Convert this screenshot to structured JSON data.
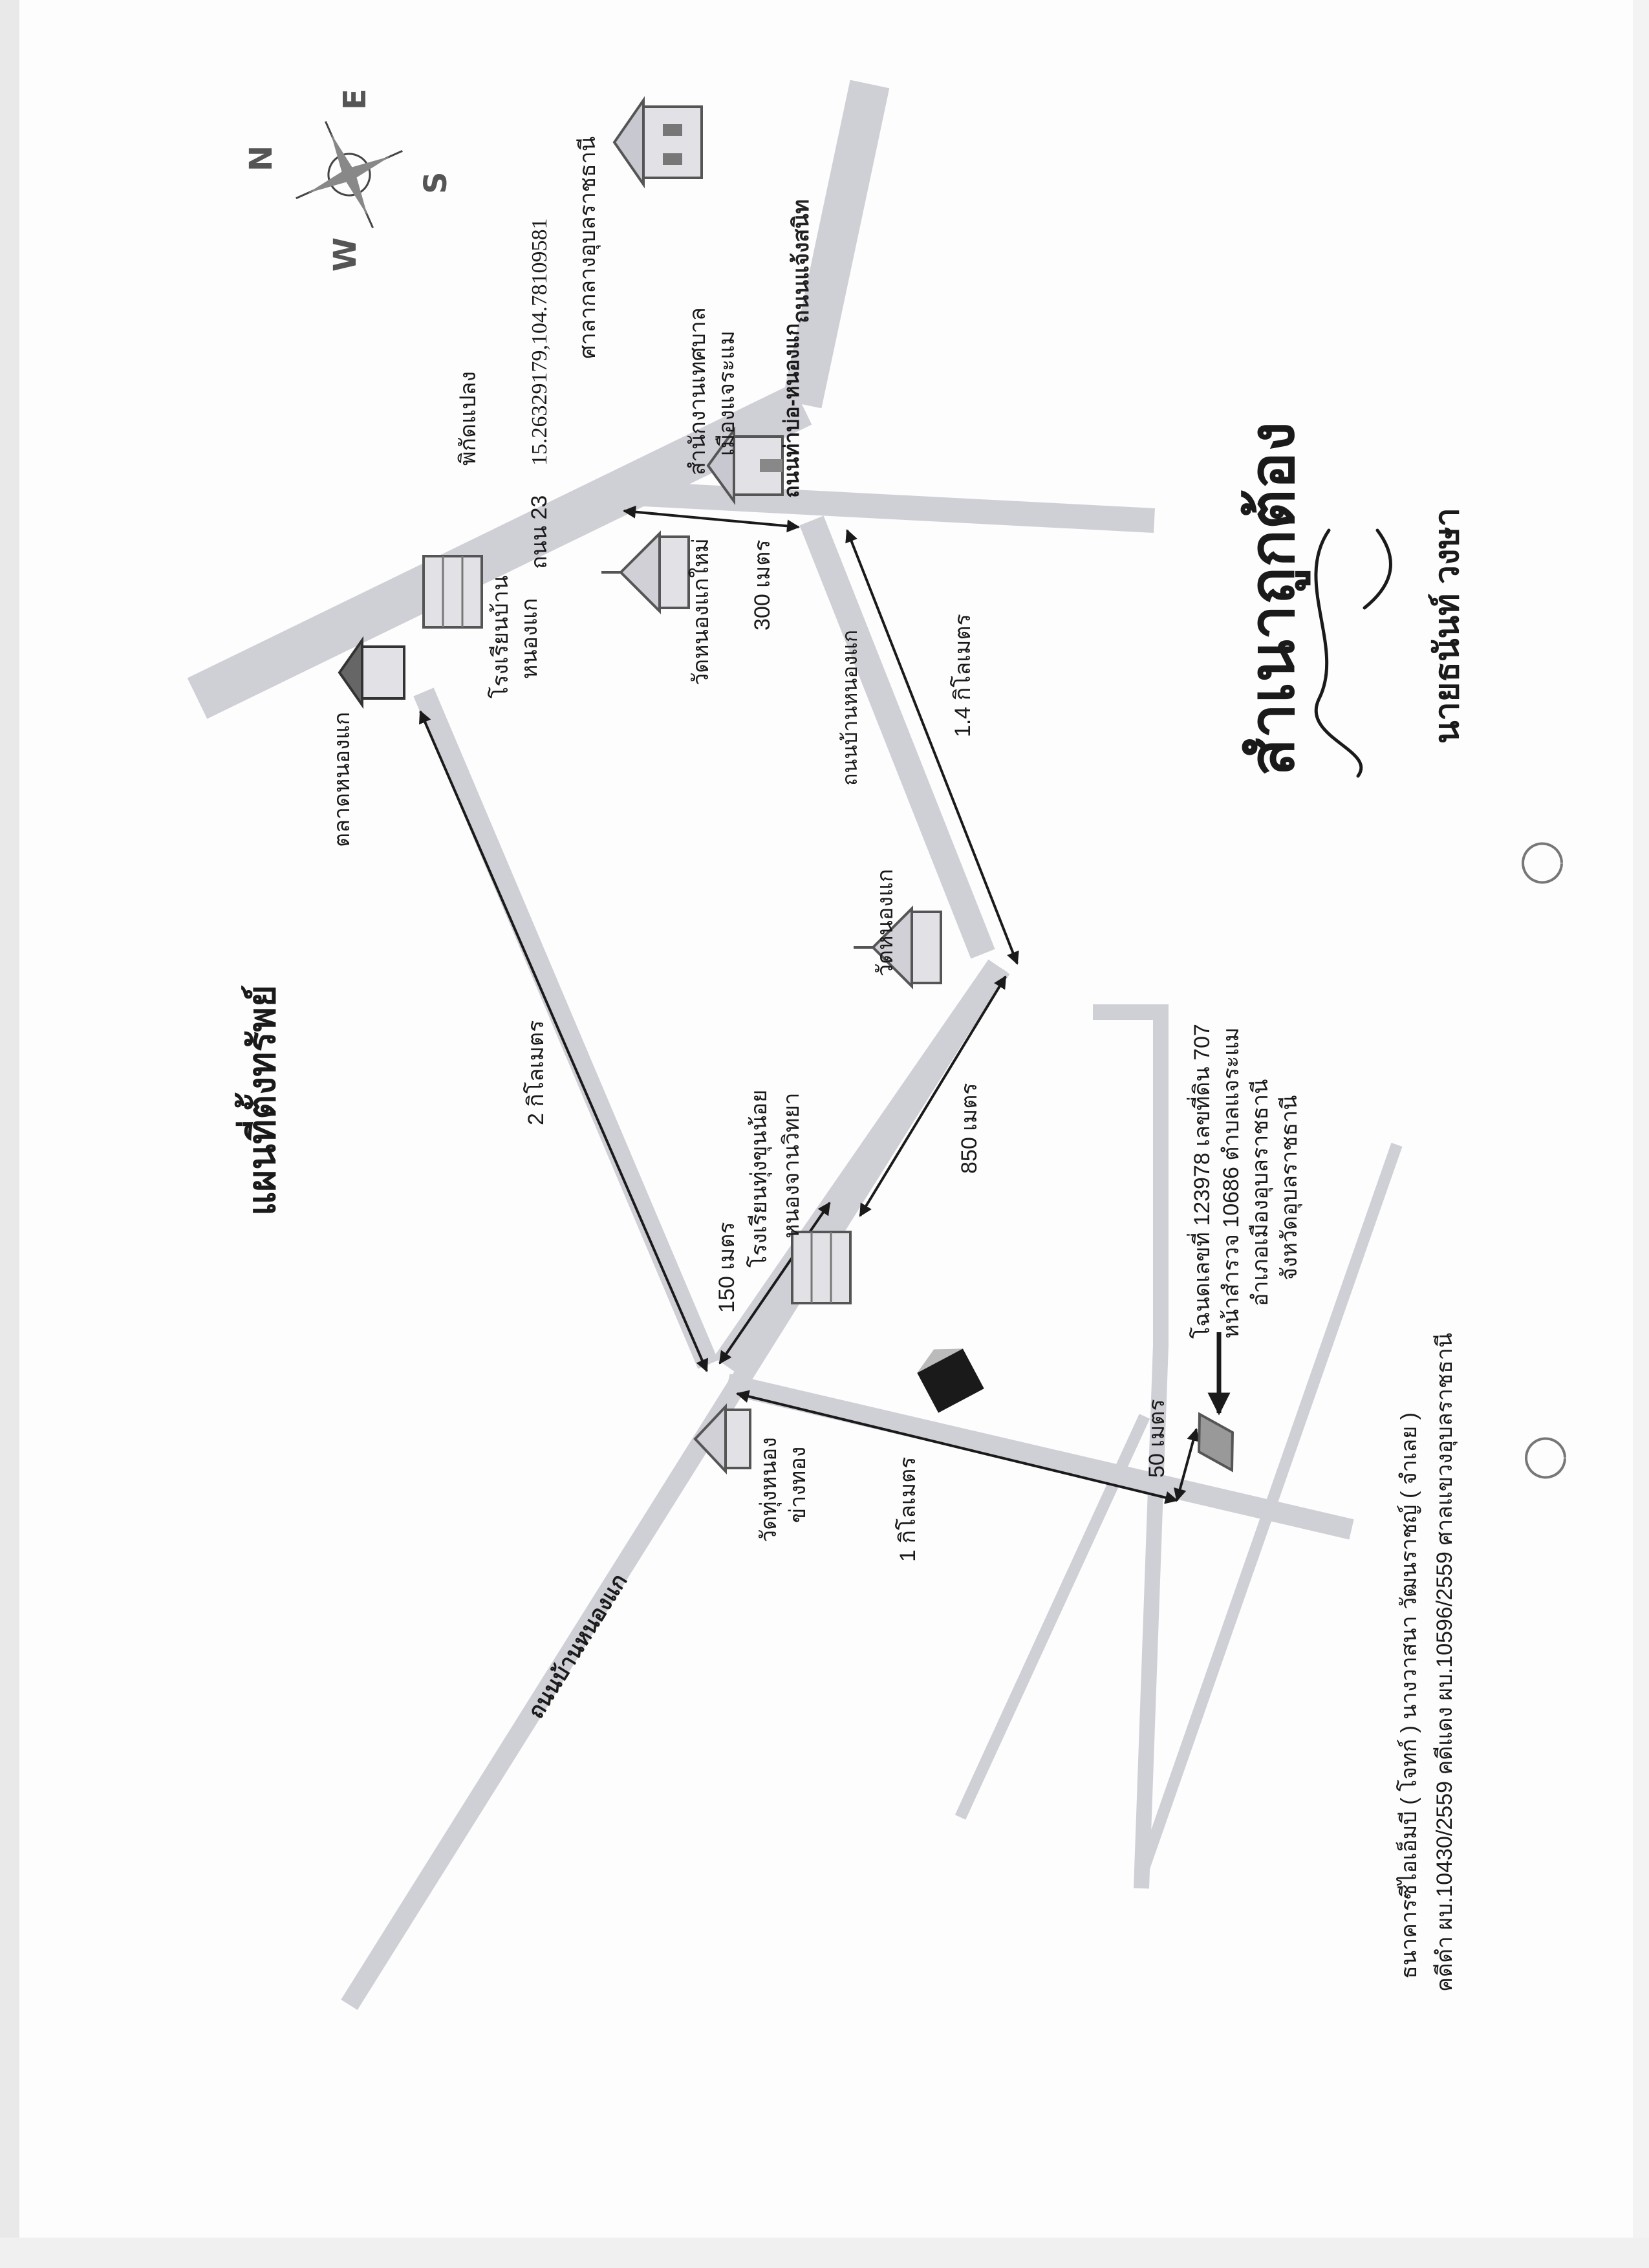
{
  "map": {
    "title": "แผนที่ตั้งทรัพย์",
    "compass": {
      "n": "N",
      "e": "E",
      "s": "S",
      "w": "W"
    },
    "roads": {
      "ban_nong_kae": "ถนนบ้านหนองแก",
      "ban_nong_kae_2": "ถนนบ้านหนองแก",
      "tha_bo_nong_kae": "ถนนท่าบ่อ-หนองแก",
      "chaeng_sanit": "ถนนแจ้งสนิท",
      "road_23": "ถนน 23"
    },
    "landmarks": {
      "coordinates_label": "พิกัดแปลง",
      "coordinates_value": "15.26329179,104.78109581",
      "provincial_court": "ศาลากลางอุบลราชธานี",
      "municipality_line1": "สำนักงานเทศบาล",
      "municipality_line2": "เมืองแจระแม",
      "wat_nong_kae_mai": "วัดหนองแกใหม่",
      "school_ban_nong_kae_line1": "โรงเรียนบ้าน",
      "school_ban_nong_kae_line2": "หนองแก",
      "talad_nong_kae": "ตลาดหนองแก",
      "wat_nong_kae": "วัดหนองแก",
      "school_nong_chan_line1": "โรงเรียนทุ่งขุนน้อย",
      "school_nong_chan_line2": "หนองจานวิทยา",
      "wat_thung_line1": "วัดทุ่งหนอง",
      "wat_thung_line2": "ข่างทอง"
    },
    "distances": {
      "d300": "300 เมตร",
      "d1_4": "1.4 กิโลเมตร",
      "d2": "2 กิโลเมตร",
      "d850": "850 เมตร",
      "d150": "150 เมตร",
      "d1": "1 กิโลเมตร",
      "d50": "50 เมตร"
    },
    "property": {
      "line1": "โฉนดเลขที่ 123978 เลขที่ดิน 707",
      "line2": "หน้าสำรวจ 10686 ตำบลแจระแม",
      "line3": "อำเภอเมืองอุบลราชธานี",
      "line4": "จังหวัดอุบลราชธานี"
    },
    "case": {
      "line1": "ธนาคารซีไอเอ็มบี ( โจทก์ ) นางวาสนา วัฒนราชญ์ ( จำเลย )",
      "line2": "คดีดำ ผบ.10430/2559 คดีแดง ผบ.10596/2559 ศาลแขวงอุบลราชธานี"
    },
    "certification": {
      "stamp": "สำเนาถูกต้อง",
      "signer": "นายธนันท์ วงษา"
    }
  },
  "colors": {
    "road": "#cfcfd6",
    "ink": "#1a1a1a",
    "building": "#e2e2e6"
  }
}
